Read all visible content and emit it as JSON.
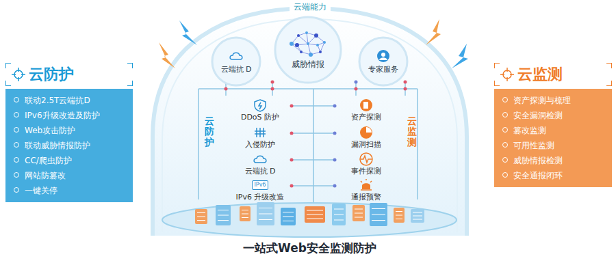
{
  "diagram": {
    "nodes": [
      {
        "text": [
          "云防护",
          "联动2.5T云端抗D",
          "IPv6升级改造及防护",
          "Web攻击防护",
          "联动威胁情报防护",
          "CC/爬虫防护",
          "网站防篡改",
          "一键关停"
        ]
      },
      {
        "text": [
          "云端能力",
          "一站式Web安全监测防护"
        ]
      },
      {
        "text": [
          "云端抗 D"
        ],
        "in": 1
      },
      {
        "text": [
          "威胁情报"
        ],
        "in": 1
      },
      {
        "text": [
          "专家服务"
        ],
        "in": 1
      },
      {
        "text": [
          "DDoS 防护"
        ],
        "in": 1
      },
      {
        "text": [
          "资产探测"
        ],
        "in": 1
      },
      {
        "text": [
          "入侵防护"
        ],
        "in": 1
      },
      {
        "text": [
          "漏洞扫描"
        ],
        "in": 1
      },
      {
        "text": [
          "云端抗 D"
        ],
        "in": 1
      },
      {
        "text": [
          "事件探测"
        ],
        "in": 1
      },
      {
        "text": [
          "IPv6 升级改造"
        ],
        "in": 1
      },
      {
        "text": [
          "通报预警"
        ],
        "in": 1
      },
      {
        "text": [
          "云监测",
          "资产探测与梳理",
          "安全漏洞检测",
          "篡改监测",
          "可用性监测",
          "威胁情报检测",
          "安全通报闭环"
        ]
      }
    ],
    "edges": [
      {
        "from": 5,
        "to": 6,
        "arrow": "none"
      },
      {
        "from": 7,
        "to": 8,
        "arrow": "none"
      },
      {
        "from": 9,
        "to": 10,
        "arrow": "none"
      },
      {
        "from": 11,
        "to": 12,
        "arrow": "none"
      }
    ],
    "labels": [
      "云防护",
      "云监测",
      "IPv6"
    ]
  }
}
